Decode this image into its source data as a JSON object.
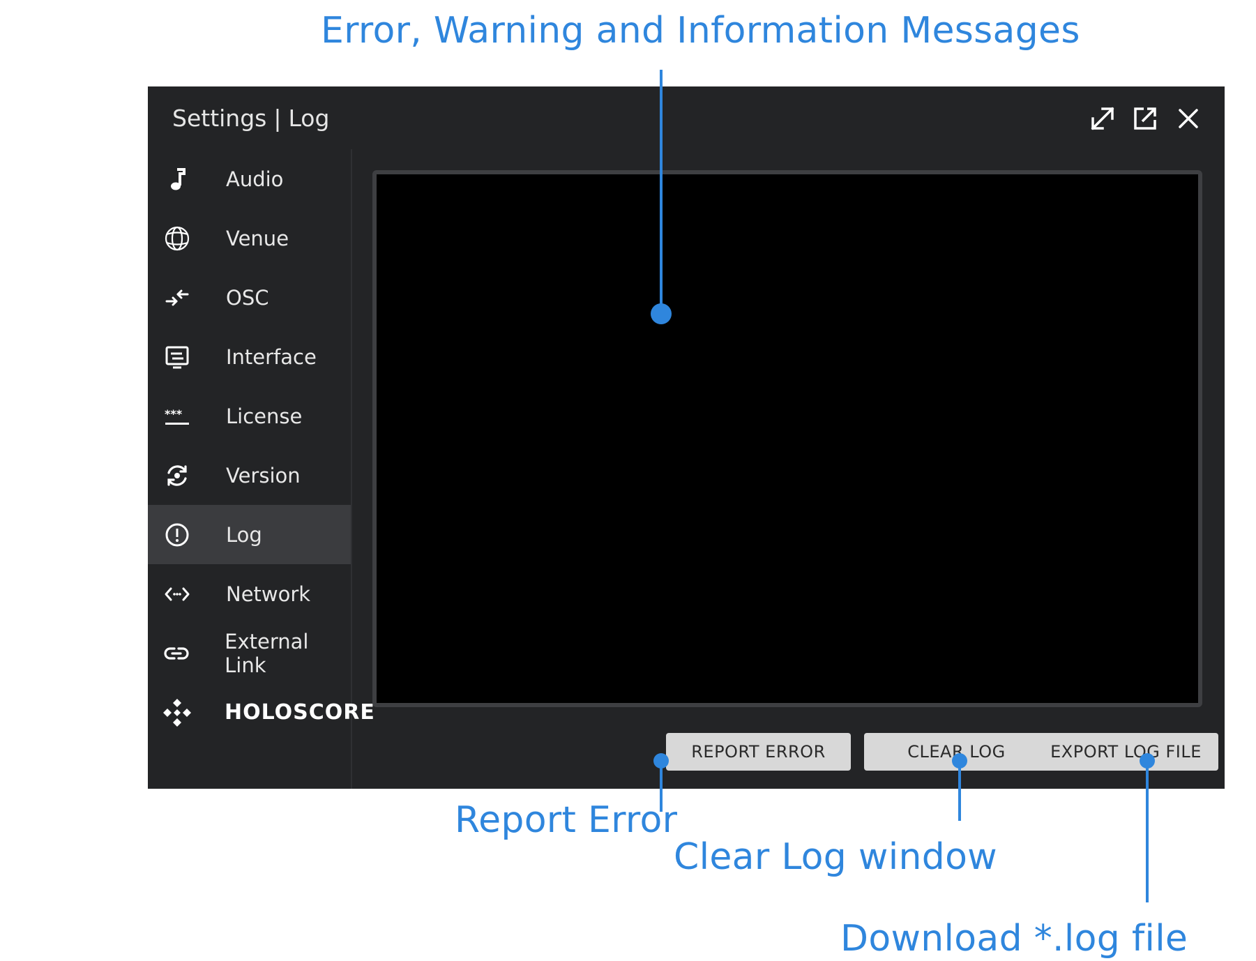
{
  "annotations": {
    "messages": "Error, Warning and Information Messages",
    "report_error": "Report Error",
    "clear_log": "Clear Log window",
    "download": "Download *.log file"
  },
  "window": {
    "title_section": "Settings",
    "title_separator": "|",
    "title_page": "Log"
  },
  "window_controls": [
    "expand-icon",
    "popout-icon",
    "close-icon"
  ],
  "sidebar": {
    "items": [
      {
        "label": "Audio",
        "icon": "music-note-icon"
      },
      {
        "label": "Venue",
        "icon": "globe-icon"
      },
      {
        "label": "OSC",
        "icon": "arrows-exchange-icon"
      },
      {
        "label": "Interface",
        "icon": "monitor-icon"
      },
      {
        "label": "License",
        "icon": "password-icon"
      },
      {
        "label": "Version",
        "icon": "refresh-icon"
      },
      {
        "label": "Log",
        "icon": "alert-circle-icon",
        "active": true
      },
      {
        "label": "Network",
        "icon": "code-arrows-icon"
      },
      {
        "label": "External Link",
        "icon": "link-icon"
      }
    ],
    "brand": "HOLOSCORE"
  },
  "buttons": {
    "report_error": "REPORT ERROR",
    "clear_log": "CLEAR LOG",
    "export_log": "EXPORT LOG FILE"
  },
  "colors": {
    "annotation": "#2f86dd",
    "window_bg": "#232426",
    "active_item_bg": "#3b3c3f",
    "log_bg": "#000000",
    "button_bg": "#d8d8d8"
  }
}
